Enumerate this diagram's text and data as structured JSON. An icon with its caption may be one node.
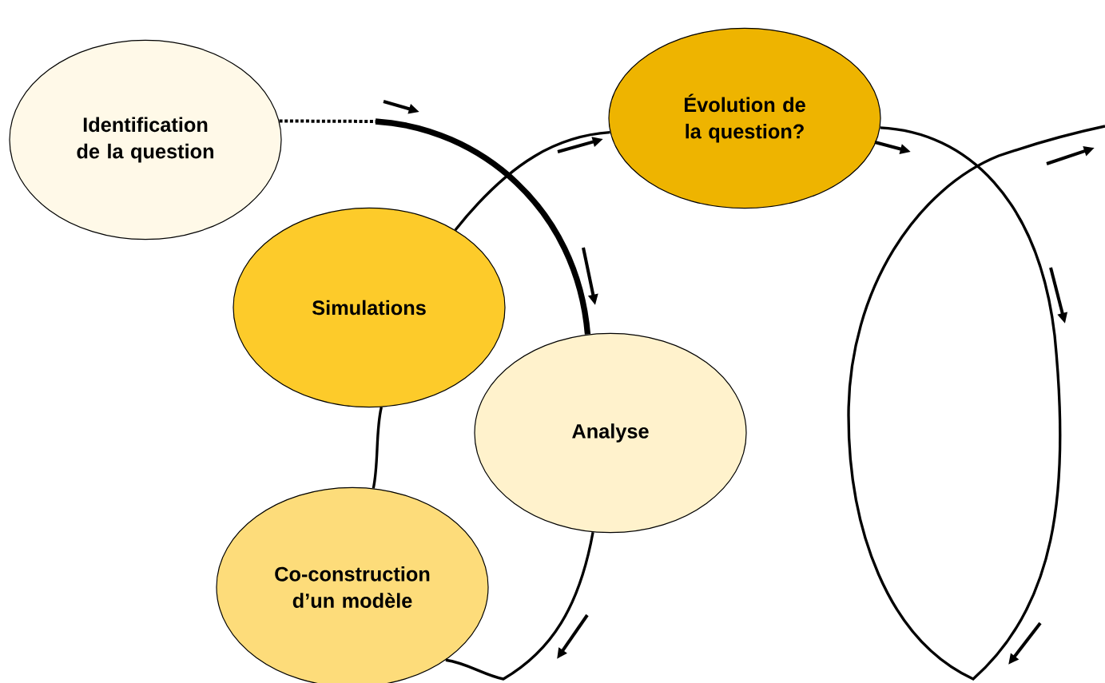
{
  "diagram": {
    "nodes": [
      {
        "text": [
          "Identification de la question"
        ]
      },
      {
        "text": [
          "Évolution de la question?"
        ]
      },
      {
        "text": [
          "Simulations"
        ]
      },
      {
        "text": [
          "Analyse"
        ]
      },
      {
        "text": [
          "Co-construction d’un modèle"
        ]
      }
    ],
    "edges": [
      {
        "from": 0,
        "to": 3,
        "arrow": "none",
        "style": "thick"
      },
      {
        "from": 3,
        "to": 4,
        "arrow": "none"
      },
      {
        "from": 4,
        "to": 2,
        "arrow": "none"
      },
      {
        "from": 2,
        "to": 1,
        "arrow": "none"
      },
      {
        "from": 1,
        "to": null,
        "arrow": "none"
      }
    ]
  }
}
